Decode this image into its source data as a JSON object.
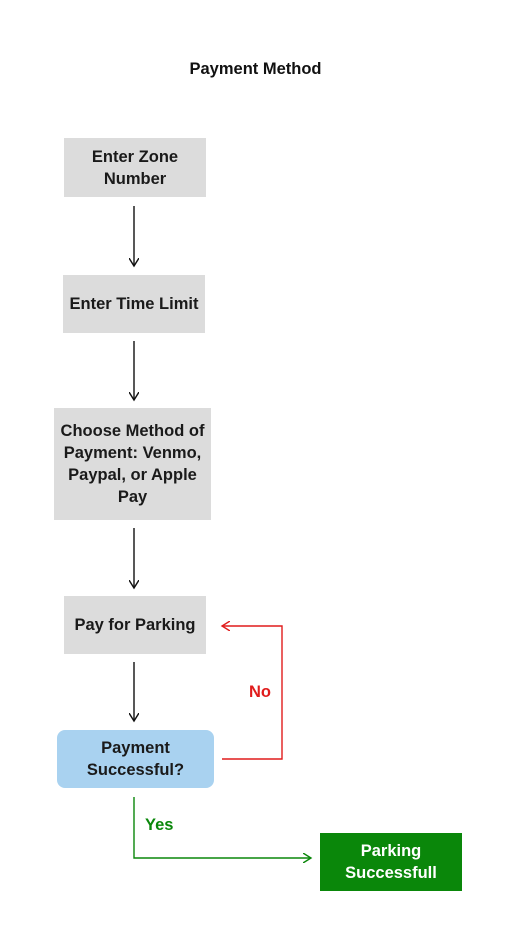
{
  "title": "Payment Method",
  "colors": {
    "process_fill": "#dcdcdc",
    "decision_fill": "#a9d2f0",
    "terminal_fill": "#0a870a",
    "arrow_default": "#111111",
    "arrow_no": "#e01c1c",
    "arrow_yes": "#0a870a"
  },
  "nodes": [
    {
      "id": "enter-zone",
      "kind": "process",
      "label": "Enter Zone Number"
    },
    {
      "id": "enter-time",
      "kind": "process",
      "label": "Enter Time Limit"
    },
    {
      "id": "choose-method",
      "kind": "process",
      "label": "Choose Method of Payment: Venmo, Paypal, or Apple Pay"
    },
    {
      "id": "pay",
      "kind": "process",
      "label": "Pay for Parking"
    },
    {
      "id": "decision",
      "kind": "decision",
      "label": "Payment Successful?"
    },
    {
      "id": "success",
      "kind": "terminal",
      "label": "Parking Successfull"
    }
  ],
  "edges": [
    {
      "from": "enter-zone",
      "to": "enter-time",
      "label": ""
    },
    {
      "from": "enter-time",
      "to": "choose-method",
      "label": ""
    },
    {
      "from": "choose-method",
      "to": "pay",
      "label": ""
    },
    {
      "from": "pay",
      "to": "decision",
      "label": ""
    },
    {
      "from": "decision",
      "to": "pay",
      "label": "No"
    },
    {
      "from": "decision",
      "to": "success",
      "label": "Yes"
    }
  ]
}
